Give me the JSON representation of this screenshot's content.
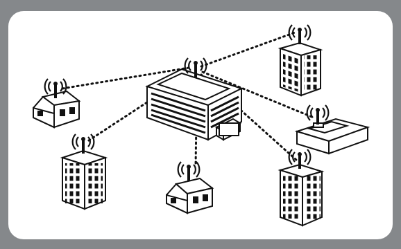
{
  "diagram": {
    "kind": "wireless network",
    "nodes": [
      {
        "id": "hub",
        "type": "office-building-with-antenna",
        "role": "central hub"
      },
      {
        "id": "tower-top-right",
        "type": "tower-building-with-antenna"
      },
      {
        "id": "house-left",
        "type": "house-with-antenna"
      },
      {
        "id": "low-building-right",
        "type": "low-building-with-antenna"
      },
      {
        "id": "tower-bottom-left",
        "type": "tower-building-with-antenna"
      },
      {
        "id": "house-bottom",
        "type": "house-with-antenna"
      },
      {
        "id": "tower-bottom-right",
        "type": "tower-building-with-antenna"
      }
    ],
    "edges": [
      {
        "from": "hub",
        "to": "tower-top-right",
        "style": "dotted"
      },
      {
        "from": "hub",
        "to": "house-left",
        "style": "dotted"
      },
      {
        "from": "hub",
        "to": "low-building-right",
        "style": "dotted"
      },
      {
        "from": "hub",
        "to": "tower-bottom-left",
        "style": "dotted"
      },
      {
        "from": "hub",
        "to": "house-bottom",
        "style": "dotted"
      },
      {
        "from": "hub",
        "to": "tower-bottom-right",
        "style": "dotted"
      }
    ]
  },
  "colors": {
    "frame": "#85888b",
    "panel": "#ffffff",
    "ink": "#111111"
  }
}
